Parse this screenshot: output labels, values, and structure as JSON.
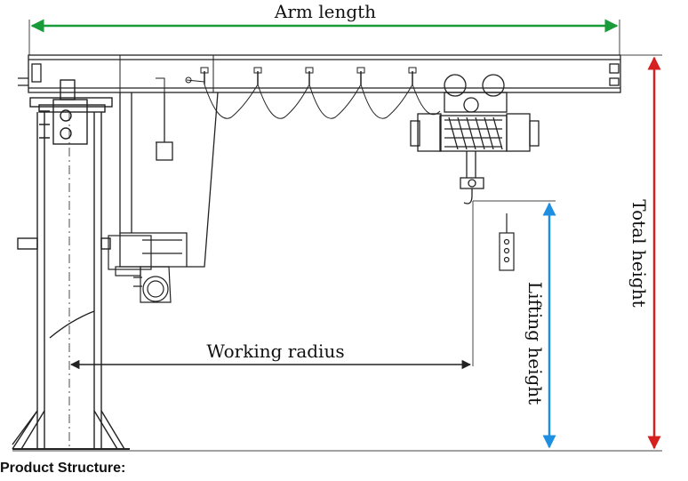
{
  "labels": {
    "arm_length": "Arm length",
    "total_height": "Total height",
    "lifting_height": "Lifting height",
    "working_radius": "Working radius"
  },
  "caption": "Product Structure:",
  "colors": {
    "arm_length_arrow": "#1a9b3a",
    "total_height_arrow": "#d62020",
    "lifting_height_arrow": "#1e8fe0",
    "line": "#222222"
  }
}
